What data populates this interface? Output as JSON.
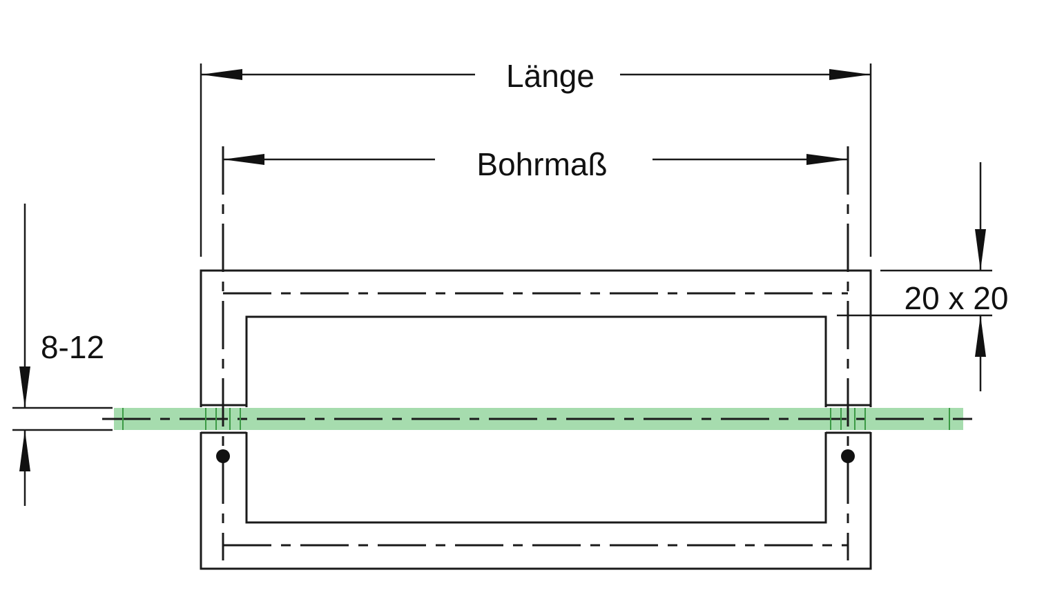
{
  "title": "Handle drawing for glass door",
  "dimensions": {
    "length_label": "Länge",
    "hole_spacing_label": "Bohrmaß",
    "profile_label": "20 x 20",
    "glass_thickness_label": "8-12"
  },
  "colors": {
    "glass": "#a6dcae",
    "glass_edge": "#3c9a45",
    "line": "#1a1a1a"
  }
}
